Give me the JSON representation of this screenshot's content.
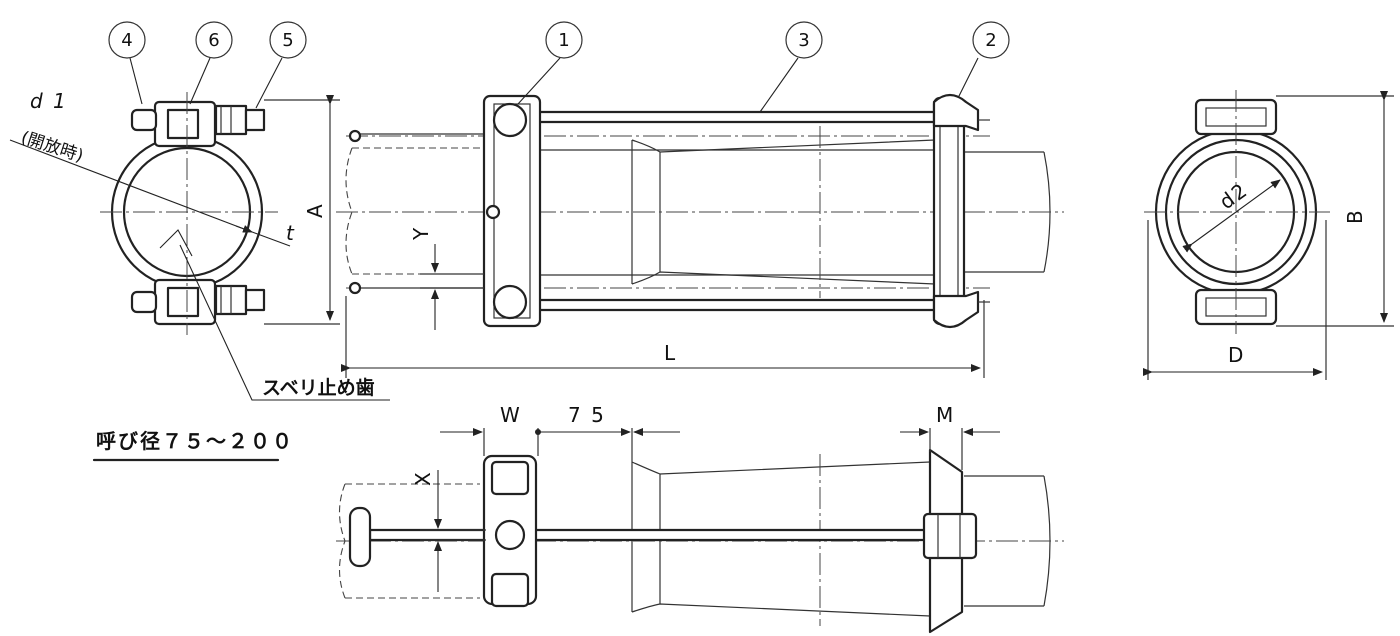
{
  "balloons": [
    "4",
    "6",
    "5",
    "1",
    "3",
    "2"
  ],
  "labels": {
    "d1": "d 1",
    "d1_note": "(開放時)",
    "t": "t",
    "A": "A",
    "Y": "Y",
    "L": "L",
    "B": "B",
    "d2": "d2",
    "D": "D",
    "W": "W",
    "dim75": "7 5",
    "M": "M",
    "X": "X",
    "teeth": "スベリ止め歯",
    "size_range": "呼び径７５～２００"
  }
}
